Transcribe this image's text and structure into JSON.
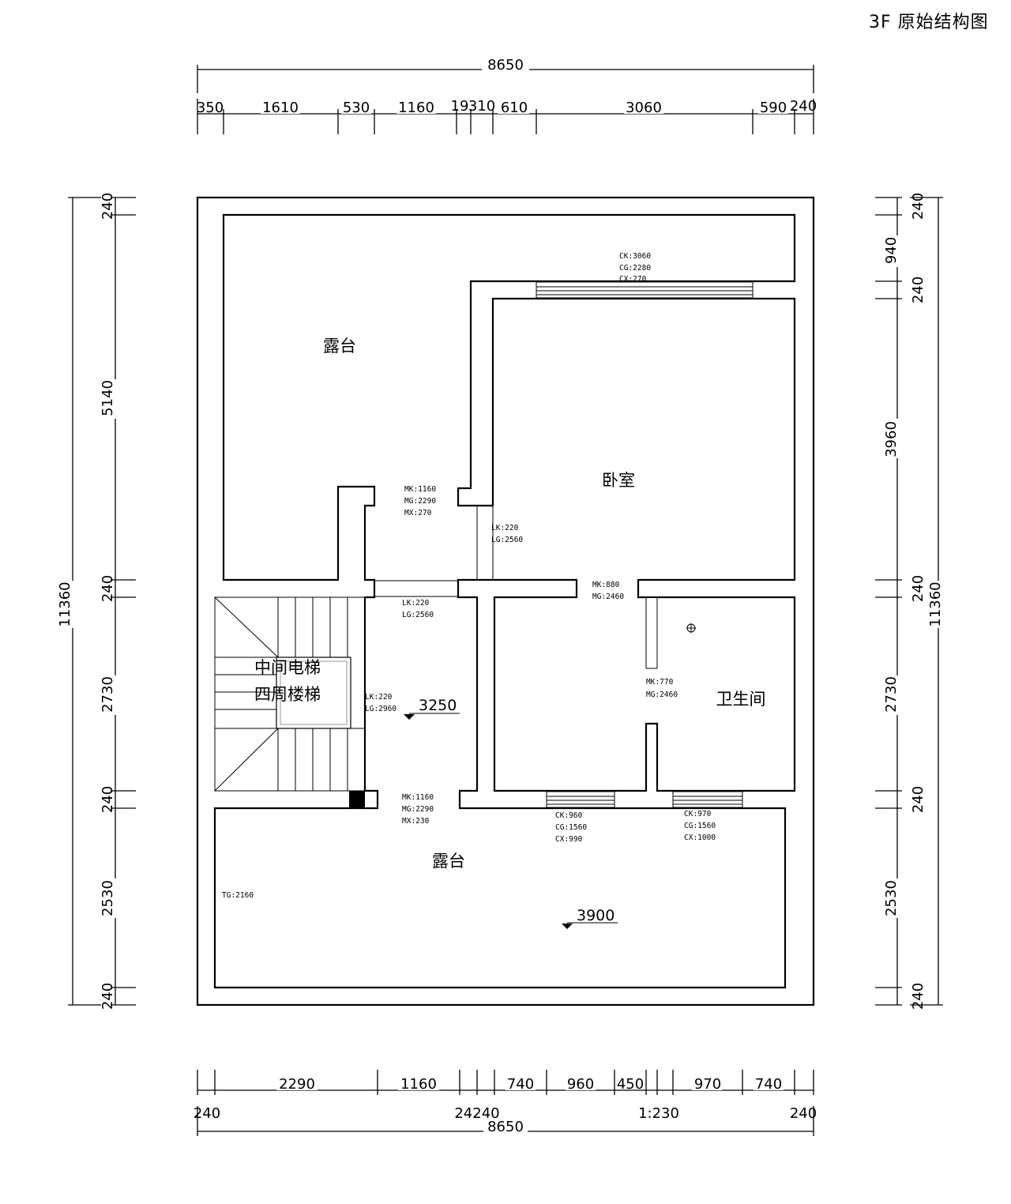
{
  "title": "3F  原始结构图",
  "rooms": {
    "terrace_top": "露台",
    "bedroom": "卧室",
    "bathroom": "卫生间",
    "terrace_bottom": "露台",
    "stair_line1": "中间电梯",
    "stair_line2": "四周楼梯"
  },
  "levels": {
    "corridor": "3250",
    "terrace": "3900"
  },
  "dimensions": {
    "top_total": "8650",
    "top_segments": [
      "350",
      "1610",
      "530",
      "1160",
      "19",
      "310",
      "610",
      "3060",
      "590",
      "240"
    ],
    "bottom_segments": [
      "2290",
      "1160",
      "740",
      "960",
      "450",
      "970",
      "740"
    ],
    "bottom_sub": [
      "240",
      "24240",
      "1:230",
      "240"
    ],
    "bottom_total": "8650",
    "left_total": "11360",
    "left_segments": [
      "240",
      "5140",
      "240",
      "2730",
      "240",
      "2530",
      "240"
    ],
    "right_total": "11360",
    "right_segments": [
      "240",
      "940",
      "240",
      "3960",
      "240",
      "2730",
      "240",
      "2530",
      "240"
    ]
  },
  "annotations": {
    "top_window": [
      "CK:3060",
      "CG:2280",
      "CX:270"
    ],
    "door_upper": [
      "MK:1160",
      "MG:2290",
      "MX:270"
    ],
    "opening_bedroom": [
      "LK:220",
      "LG:2560"
    ],
    "opening_corridor": [
      "LK:220",
      "LG:2560"
    ],
    "door_bedroom": [
      "MK:880",
      "MG:2460"
    ],
    "opening_stair": [
      "LK:220",
      "LG:2960"
    ],
    "door_bath": [
      "MK:770",
      "MG:2460"
    ],
    "door_lower": [
      "MK:1160",
      "MG:2290",
      "MX:230"
    ],
    "window_bed_bottom": [
      "CK:960",
      "CG:1560",
      "CX:990"
    ],
    "window_bath_bottom": [
      "CK:970",
      "CG:1560",
      "CX:1000"
    ],
    "terrace_note": "TG:2160"
  }
}
